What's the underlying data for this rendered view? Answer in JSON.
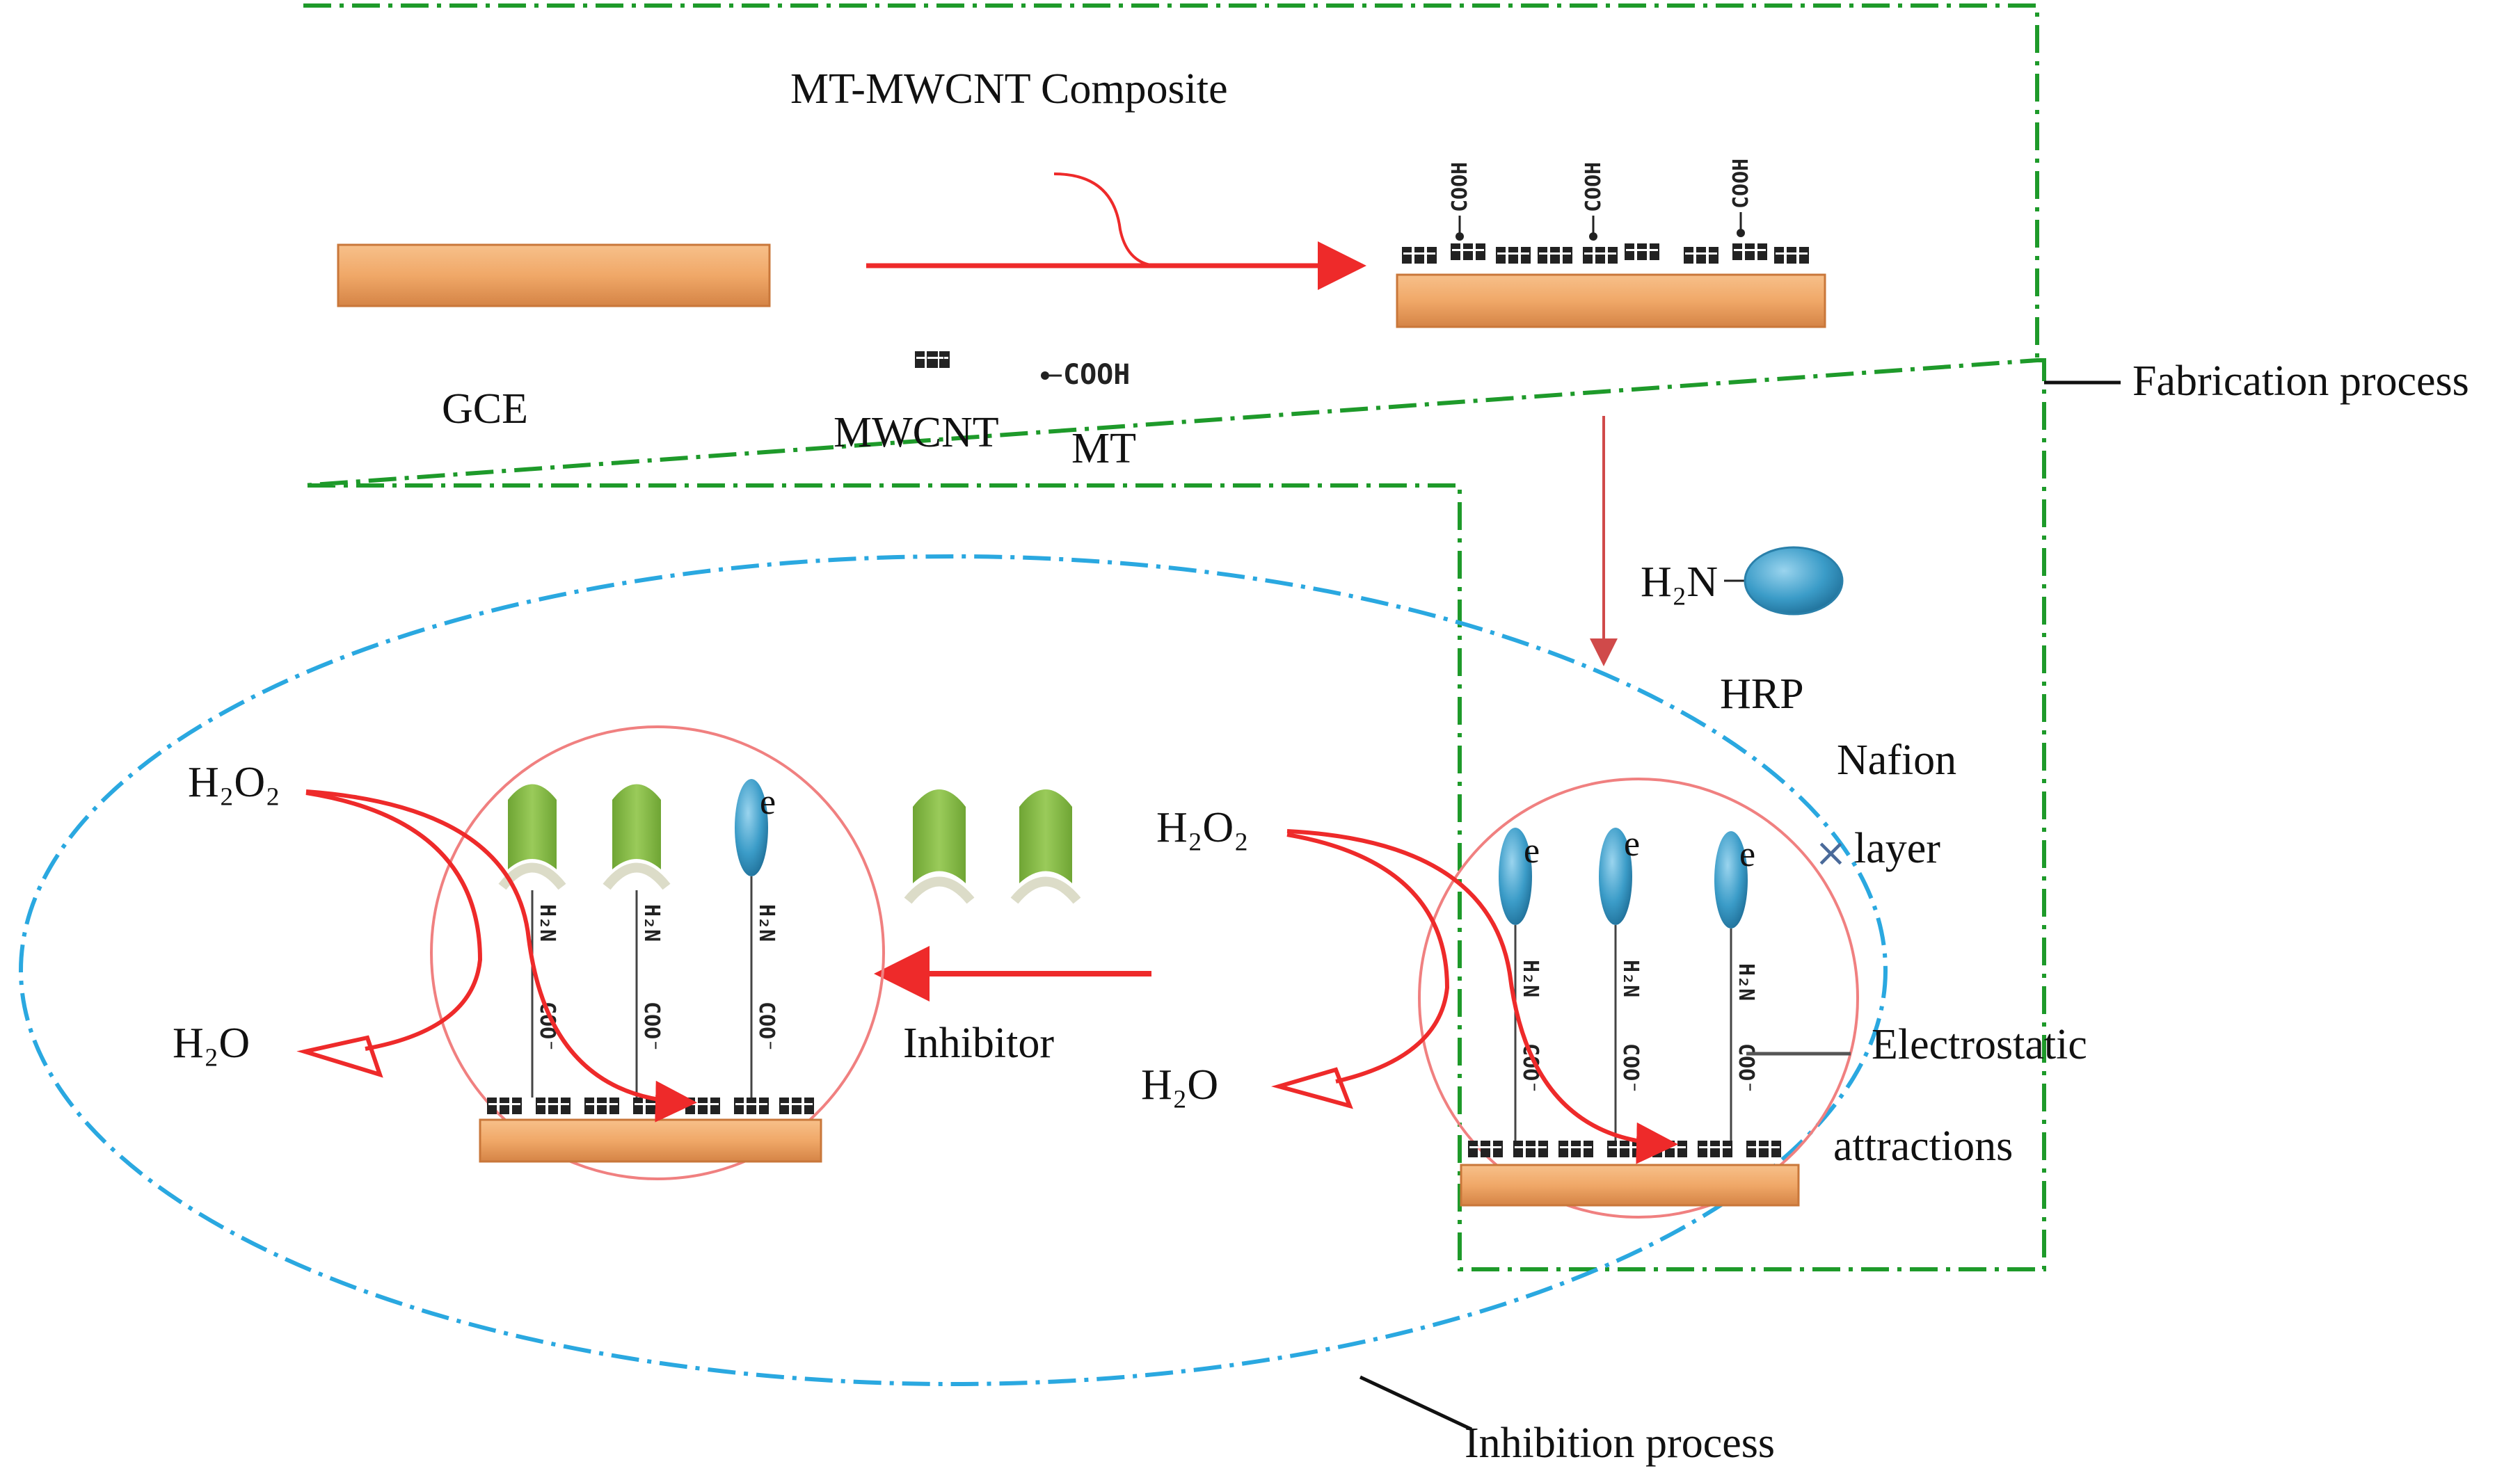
{
  "labels": {
    "composite_title": "MT-MWCNT Composite",
    "gce": "GCE",
    "mwcnt": "MWCNT",
    "mt": "MT",
    "mt_group": "COOH",
    "hrp_amine": "H₂N",
    "hrp": "HRP",
    "nafion": "Nafion",
    "nafion_layer": "layer",
    "electrostatic": "Electrostatic",
    "attractions": "attractions",
    "inhibitor": "Inhibitor",
    "h2o2_left": "H₂O₂",
    "h2o_left": "H₂O",
    "h2o2_right": "H₂O₂",
    "h2o_right": "H₂O",
    "fabrication_process": "Fabrication process",
    "inhibition_process": "Inhibition process",
    "electron": "e",
    "amine_chain": "H₂N",
    "carboxyl_chain": "COO⁻"
  },
  "colors": {
    "electrode": "#f0a868",
    "electrode_edge": "#c9773a",
    "arrow": "#ee2a2a",
    "fabrication_border": "#1e9a2a",
    "inhibition_border": "#2aa8e0",
    "enzyme": "#3b9cc8",
    "inhibitor_body": "#8dc04a",
    "circle": "#f08080"
  }
}
